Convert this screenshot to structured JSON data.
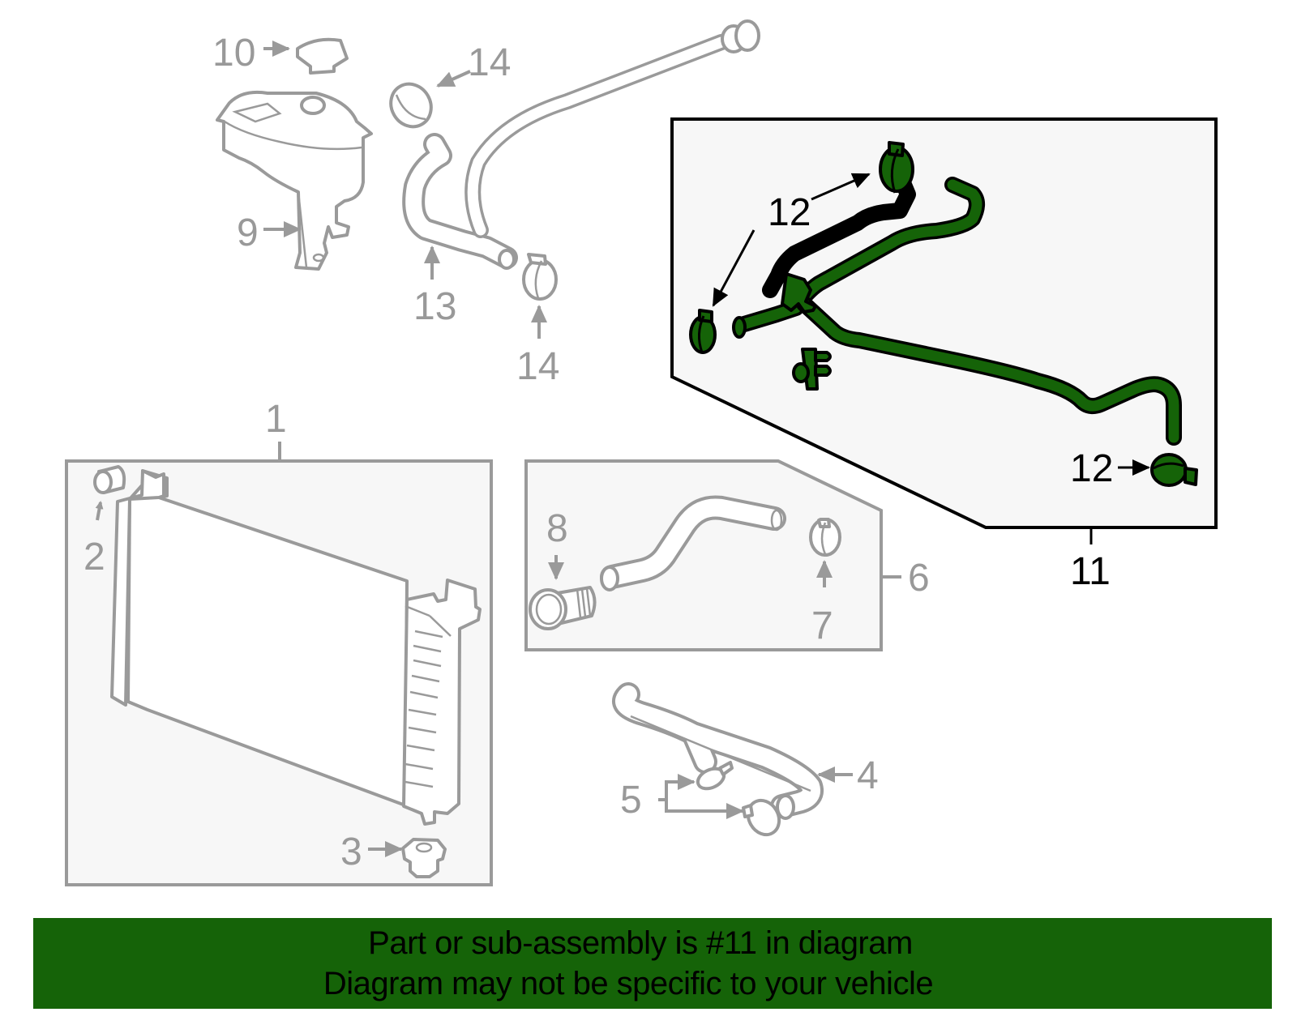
{
  "diagram": {
    "highlight_color": "#156308",
    "muted_color": "#9a9a9a",
    "highlighted_part": "11",
    "callouts": {
      "c1": "1",
      "c2": "2",
      "c3": "3",
      "c4": "4",
      "c5": "5",
      "c6": "6",
      "c7": "7",
      "c8": "8",
      "c9": "9",
      "c10": "10",
      "c11": "11",
      "c12a": "12",
      "c12b": "12",
      "c13": "13",
      "c14a": "14",
      "c14b": "14"
    },
    "parts": [
      {
        "ref": "1",
        "name": "radiator-assembly-group"
      },
      {
        "ref": "2",
        "name": "radiator-plug"
      },
      {
        "ref": "3",
        "name": "radiator-insulator"
      },
      {
        "ref": "4",
        "name": "lower-radiator-hose"
      },
      {
        "ref": "5",
        "name": "hose-clamps"
      },
      {
        "ref": "6",
        "name": "upper-hose-group"
      },
      {
        "ref": "7",
        "name": "clamp"
      },
      {
        "ref": "8",
        "name": "hose-connector"
      },
      {
        "ref": "9",
        "name": "coolant-reservoir"
      },
      {
        "ref": "10",
        "name": "reservoir-cap"
      },
      {
        "ref": "11",
        "name": "heater-hose-assembly",
        "highlighted": true
      },
      {
        "ref": "12",
        "name": "clamps"
      },
      {
        "ref": "13",
        "name": "overflow-hose"
      },
      {
        "ref": "14",
        "name": "clamps"
      }
    ]
  },
  "banner": {
    "line1": "Part or sub-assembly is #11 in diagram",
    "line2": "Diagram may not be specific to your vehicle",
    "background": "#156308"
  }
}
